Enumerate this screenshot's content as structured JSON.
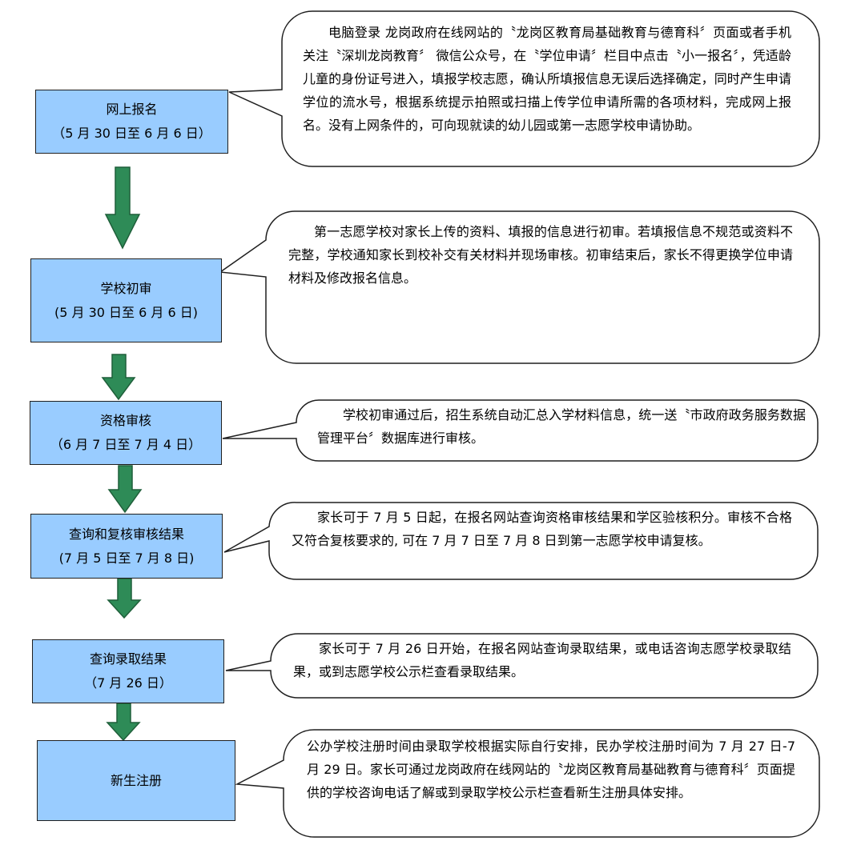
{
  "steps": [
    {
      "title": "网上报名",
      "date": "（5 月 30 日至 6 月 6 日）",
      "description": "电脑登录 龙岗政府在线网站的〝龙岗区教育局基础教育与德育科〞页面或者手机关注〝深圳龙岗教育〞 微信公众号，在〝学位申请〞栏目中点击〝小一报名〞，凭适龄儿童的身份证号进入，填报学校志愿，确认所填报信息无误后选择确定，同时产生申请学位的流水号，根据系统提示拍照或扫描上传学位申请所需的各项材料，完成网上报名。没有上网条件的，可向现就读的幼儿园或第一志愿学校申请协助。"
    },
    {
      "title": "学校初审",
      "date": "(5 月 30 日至 6 月 6 日)",
      "description": "第一志愿学校对家长上传的资料、填报的信息进行初审。若填报信息不规范或资料不完整，学校通知家长到校补交有关材料并现场审核。初审结束后，家长不得更换学位申请材料及修改报名信息。"
    },
    {
      "title": "资格审核",
      "date": "（6 月 7 日至 7 月 4 日）",
      "description": "学校初审通过后，招生系统自动汇总入学材料信息，统一送〝市政府政务服务数据管理平台〞数据库进行审核。"
    },
    {
      "title": "查询和复核审核结果",
      "date": "(7 月 5 日至 7 月 8 日)",
      "description": "家长可于 7 月 5 日起，在报名网站查询资格审核结果和学区验核积分。审核不合格又符合复核要求的, 可在 7 月 7 日至 7 月 8 日到第一志愿学校申请复核。"
    },
    {
      "title": "查询录取结果",
      "date": "（7 月 26 日）",
      "description": "家长可于 7 月 26 日开始，在报名网站查询录取结果，或电话咨询志愿学校录取结果，或到志愿学校公示栏查看录取结果。"
    },
    {
      "title": "新生注册",
      "date": "",
      "description": "公办学校注册时间由录取学校根据实际自行安排，民办学校注册时间为 7 月 27 日-7 月 29 日。家长可通过龙岗政府在线网站的〝龙岗区教育局基础教育与德育科〞页面提供的学校咨询电话了解或到录取学校公示栏查看新生注册具体安排。"
    }
  ],
  "colors": {
    "box_fill": "#99ccff",
    "box_border": "#1f1f1f",
    "arrow_fill": "#2e8b57",
    "arrow_border": "#1f5f3a"
  }
}
